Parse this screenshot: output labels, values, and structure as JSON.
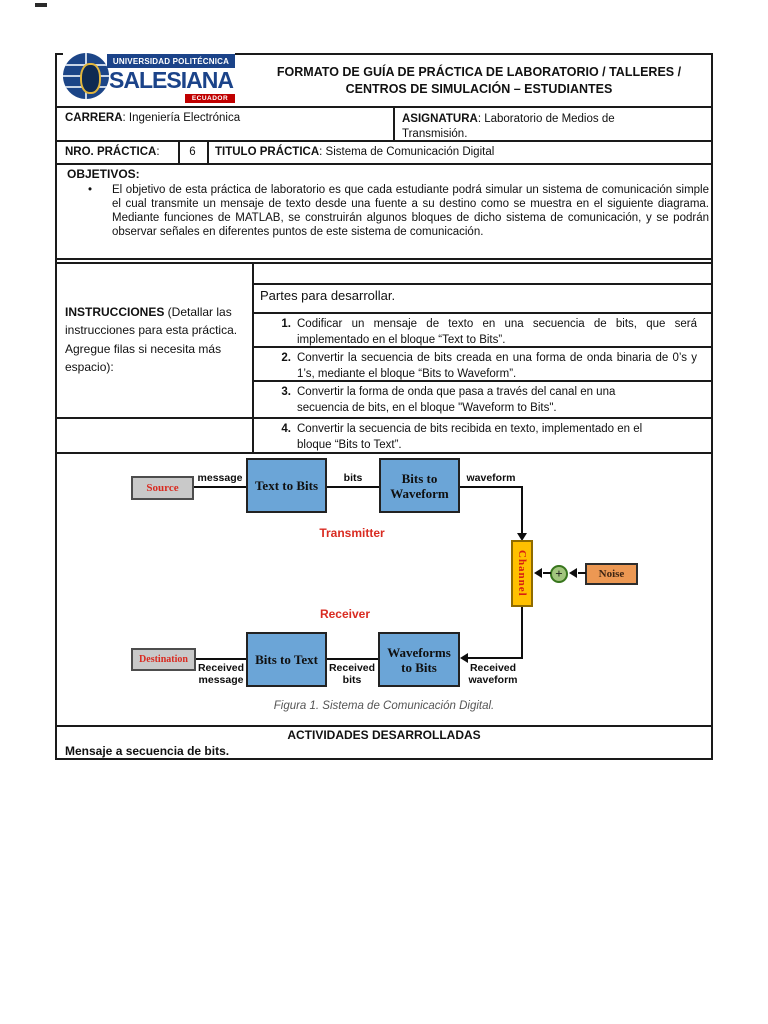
{
  "logo": {
    "line1": "UNIVERSIDAD POLITÉCNICA",
    "name": "SALESIANA",
    "country": "ECUADOR"
  },
  "header": {
    "title": "FORMATO DE GUÍA DE PRÁCTICA DE LABORATORIO / TALLERES /\nCENTROS DE SIMULACIÓN – ESTUDIANTES"
  },
  "info": {
    "carrera_label": "CARRERA",
    "carrera_value": ": Ingeniería Electrónica",
    "asignatura_label": "ASIGNATURA",
    "asignatura_value": ": Laboratorio de Medios de Transmisión.",
    "nro_label": "NRO. PRÁCTICA",
    "nro_colon": ":",
    "nro_value": "6",
    "titulo_label": "TITULO PRÁCTICA",
    "titulo_value": ": Sistema de Comunicación Digital"
  },
  "objetivos": {
    "heading": "OBJETIVOS:",
    "bullet": "•",
    "text": "El objetivo de esta práctica de laboratorio es que cada estudiante podrá simular un sistema de comunicación simple el cual transmite un mensaje de texto desde una fuente a su destino como se muestra en el siguiente diagrama. Mediante funciones de MATLAB, se construirán algunos bloques de dicho sistema de comunicación, y se podrán observar señales en diferentes puntos de este sistema de comunicación."
  },
  "instrucciones": {
    "label_bold": "INSTRUCCIONES",
    "label_rest": " (Detallar las instrucciones para esta práctica. Agregue filas si necesita más espacio):",
    "partes": "Partes para desarrollar.",
    "items": [
      {
        "num": "1.",
        "text": "Codificar un mensaje de texto en una secuencia de bits, que será implementado en el bloque “Text to Bits”."
      },
      {
        "num": "2.",
        "text": "Convertir la secuencia de bits creada en una forma de onda binaria de 0’s y 1’s, mediante el bloque “Bits to Waveform”."
      },
      {
        "num": "3.",
        "text": "Convertir la forma de onda que pasa a través del canal en una\nsecuencia de bits, en el bloque \"Waveform to Bits\"."
      },
      {
        "num": "4.",
        "text": "Convertir la secuencia de bits recibida en texto, implementado en el\nbloque “Bits to Text”."
      }
    ]
  },
  "diagram": {
    "source": "Source",
    "text_to_bits": "Text to Bits",
    "bits_to_waveform": "Bits to\nWaveform",
    "channel": "Channel",
    "noise": "Noise",
    "plus": "+",
    "destination": "Destination",
    "bits_to_text": "Bits to Text",
    "waveforms_to_bits": "Waveforms\nto Bits",
    "label_message": "message",
    "label_bits": "bits",
    "label_waveform": "waveform",
    "label_transmitter": "Transmitter",
    "label_receiver": "Receiver",
    "label_received_message": "Received\nmessage",
    "label_received_bits": "Received\nbits",
    "label_received_waveform": "Received\nwaveform",
    "caption": "Figura 1. Sistema de Comunicación Digital.",
    "colors": {
      "block_blue": "#6BA5D7",
      "channel_gold": "#FFC000",
      "noise_orange": "#EC9853",
      "plus_green": "#A2C57E",
      "endpoint_gray": "#C9C9C9",
      "label_red": "#D92B21"
    }
  },
  "actividades": {
    "heading": "ACTIVIDADES DESARROLLADAS",
    "line1": "Mensaje a secuencia de bits."
  }
}
